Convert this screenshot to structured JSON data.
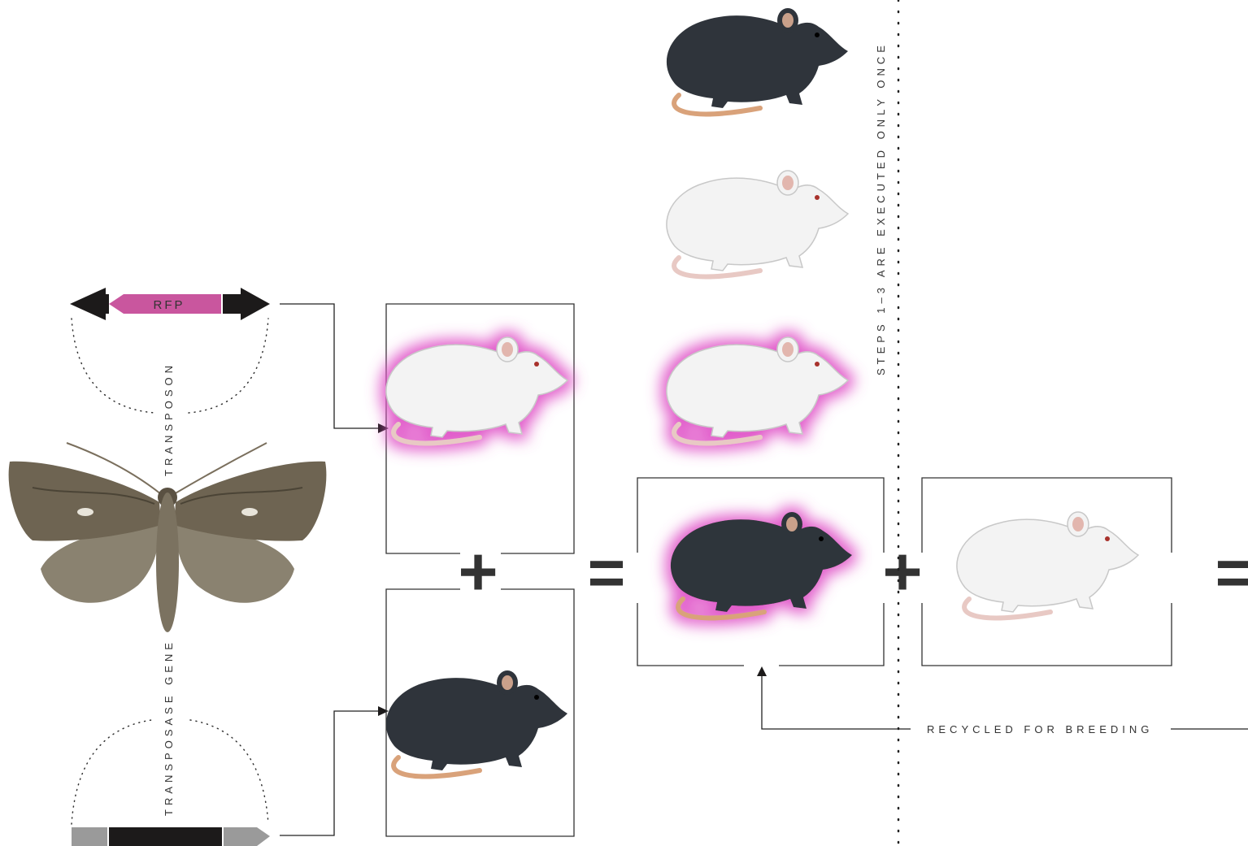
{
  "labels": {
    "rfp": "RFP",
    "transposon": "TRANSPOSON",
    "transposase_gene": "TRANSPOSASE GENE",
    "steps_note": "STEPS 1–3 ARE EXECUTED ONLY ONCE",
    "recycled": "RECYCLED FOR BREEDING"
  },
  "operators": {
    "plus": "+",
    "equals": "="
  },
  "colors": {
    "black": "#1c1a1a",
    "rfp_pink": "#c9569e",
    "glow_pink": "#e055c8",
    "gray": "#9a9a9a",
    "white_mouse": "#f3f3f3",
    "black_mouse": "#2f343b",
    "tail_black_mouse": "#d9a27a",
    "tail_white_mouse": "#e8c9c4",
    "moth_brown": "#6e6452"
  },
  "icons": {
    "moth": "moth-illustration",
    "mouse_black": "black-mouse-icon",
    "mouse_white": "white-mouse-icon"
  }
}
